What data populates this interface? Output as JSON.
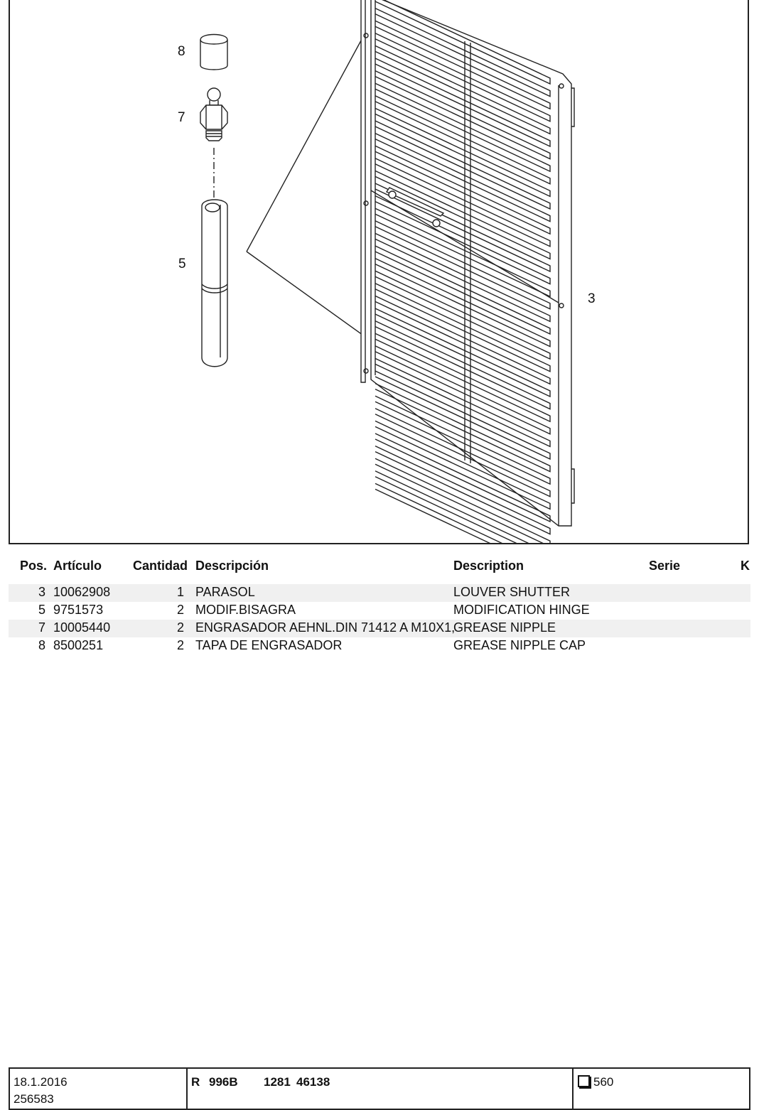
{
  "figure": {
    "callouts": [
      "8",
      "7",
      "5",
      "3"
    ]
  },
  "table": {
    "headers": {
      "pos": "Pos.",
      "article": "Artículo",
      "quantity": "Cantidad",
      "desc_es": "Descripción",
      "desc_en": "Description",
      "serie": "Serie",
      "k": "K"
    },
    "rows": [
      {
        "pos": "3",
        "article": "10062908",
        "qty": "1",
        "desc_es": "PARASOL",
        "desc_en": "LOUVER SHUTTER"
      },
      {
        "pos": "5",
        "article": "9751573",
        "qty": "2",
        "desc_es": "MODIF.BISAGRA",
        "desc_en": "MODIFICATION HINGE"
      },
      {
        "pos": "7",
        "article": "10005440",
        "qty": "2",
        "desc_es": "ENGRASADOR AEHNL.DIN 71412 A M10X1,",
        "desc_en": "GREASE NIPPLE"
      },
      {
        "pos": "8",
        "article": "8500251",
        "qty": "2",
        "desc_es": "TAPA DE ENGRASADOR",
        "desc_en": "GREASE NIPPLE CAP"
      }
    ]
  },
  "footer": {
    "date": "18.1.2016",
    "doc_number": "256583",
    "model_prefix": "R",
    "model": "996B",
    "serial_prefix": "1281",
    "serial": "46138",
    "page": "560"
  }
}
